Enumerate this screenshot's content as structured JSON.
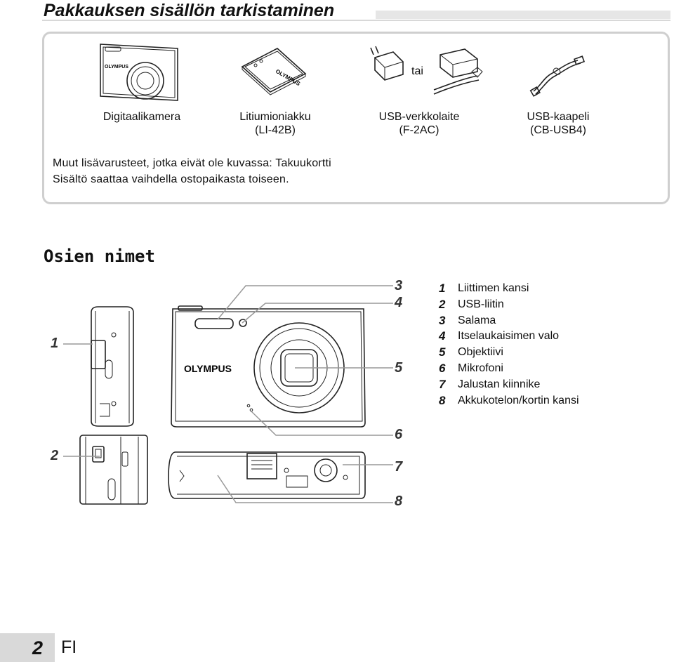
{
  "header": {
    "title": "Pakkauksen sisällön tarkistaminen"
  },
  "package_contents": {
    "items": [
      {
        "name": "Digitaalikamera",
        "model": ""
      },
      {
        "name": "Litiumioniakku",
        "model": "(LI-42B)"
      },
      {
        "name": "USB-verkkolaite",
        "model": "(F-2AC)"
      },
      {
        "name": "USB-kaapeli",
        "model": "(CB-USB4)"
      }
    ],
    "or_label": "tai",
    "camera_brand": "OLYMPUS",
    "battery_brand": "OLYMPUS",
    "note_line1": "Muut lisävarusteet, jotka eivät ole kuvassa: Takuukortti",
    "note_line2": "Sisältö saattaa vaihdella ostopaikasta toiseen."
  },
  "parts": {
    "title": "Osien nimet",
    "camera_brand": "OLYMPUS",
    "callouts": [
      "1",
      "2",
      "3",
      "4",
      "5",
      "6",
      "7",
      "8"
    ],
    "legend": [
      {
        "num": "1",
        "label": "Liittimen kansi"
      },
      {
        "num": "2",
        "label": "USB-liitin"
      },
      {
        "num": "3",
        "label": "Salama"
      },
      {
        "num": "4",
        "label": "Itselaukaisimen valo"
      },
      {
        "num": "5",
        "label": "Objektiivi"
      },
      {
        "num": "6",
        "label": "Mikrofoni"
      },
      {
        "num": "7",
        "label": "Jalustan kiinnike"
      },
      {
        "num": "8",
        "label": "Akkukotelon/kortin kansi"
      }
    ]
  },
  "footer": {
    "page_number": "2",
    "language": "FI"
  }
}
